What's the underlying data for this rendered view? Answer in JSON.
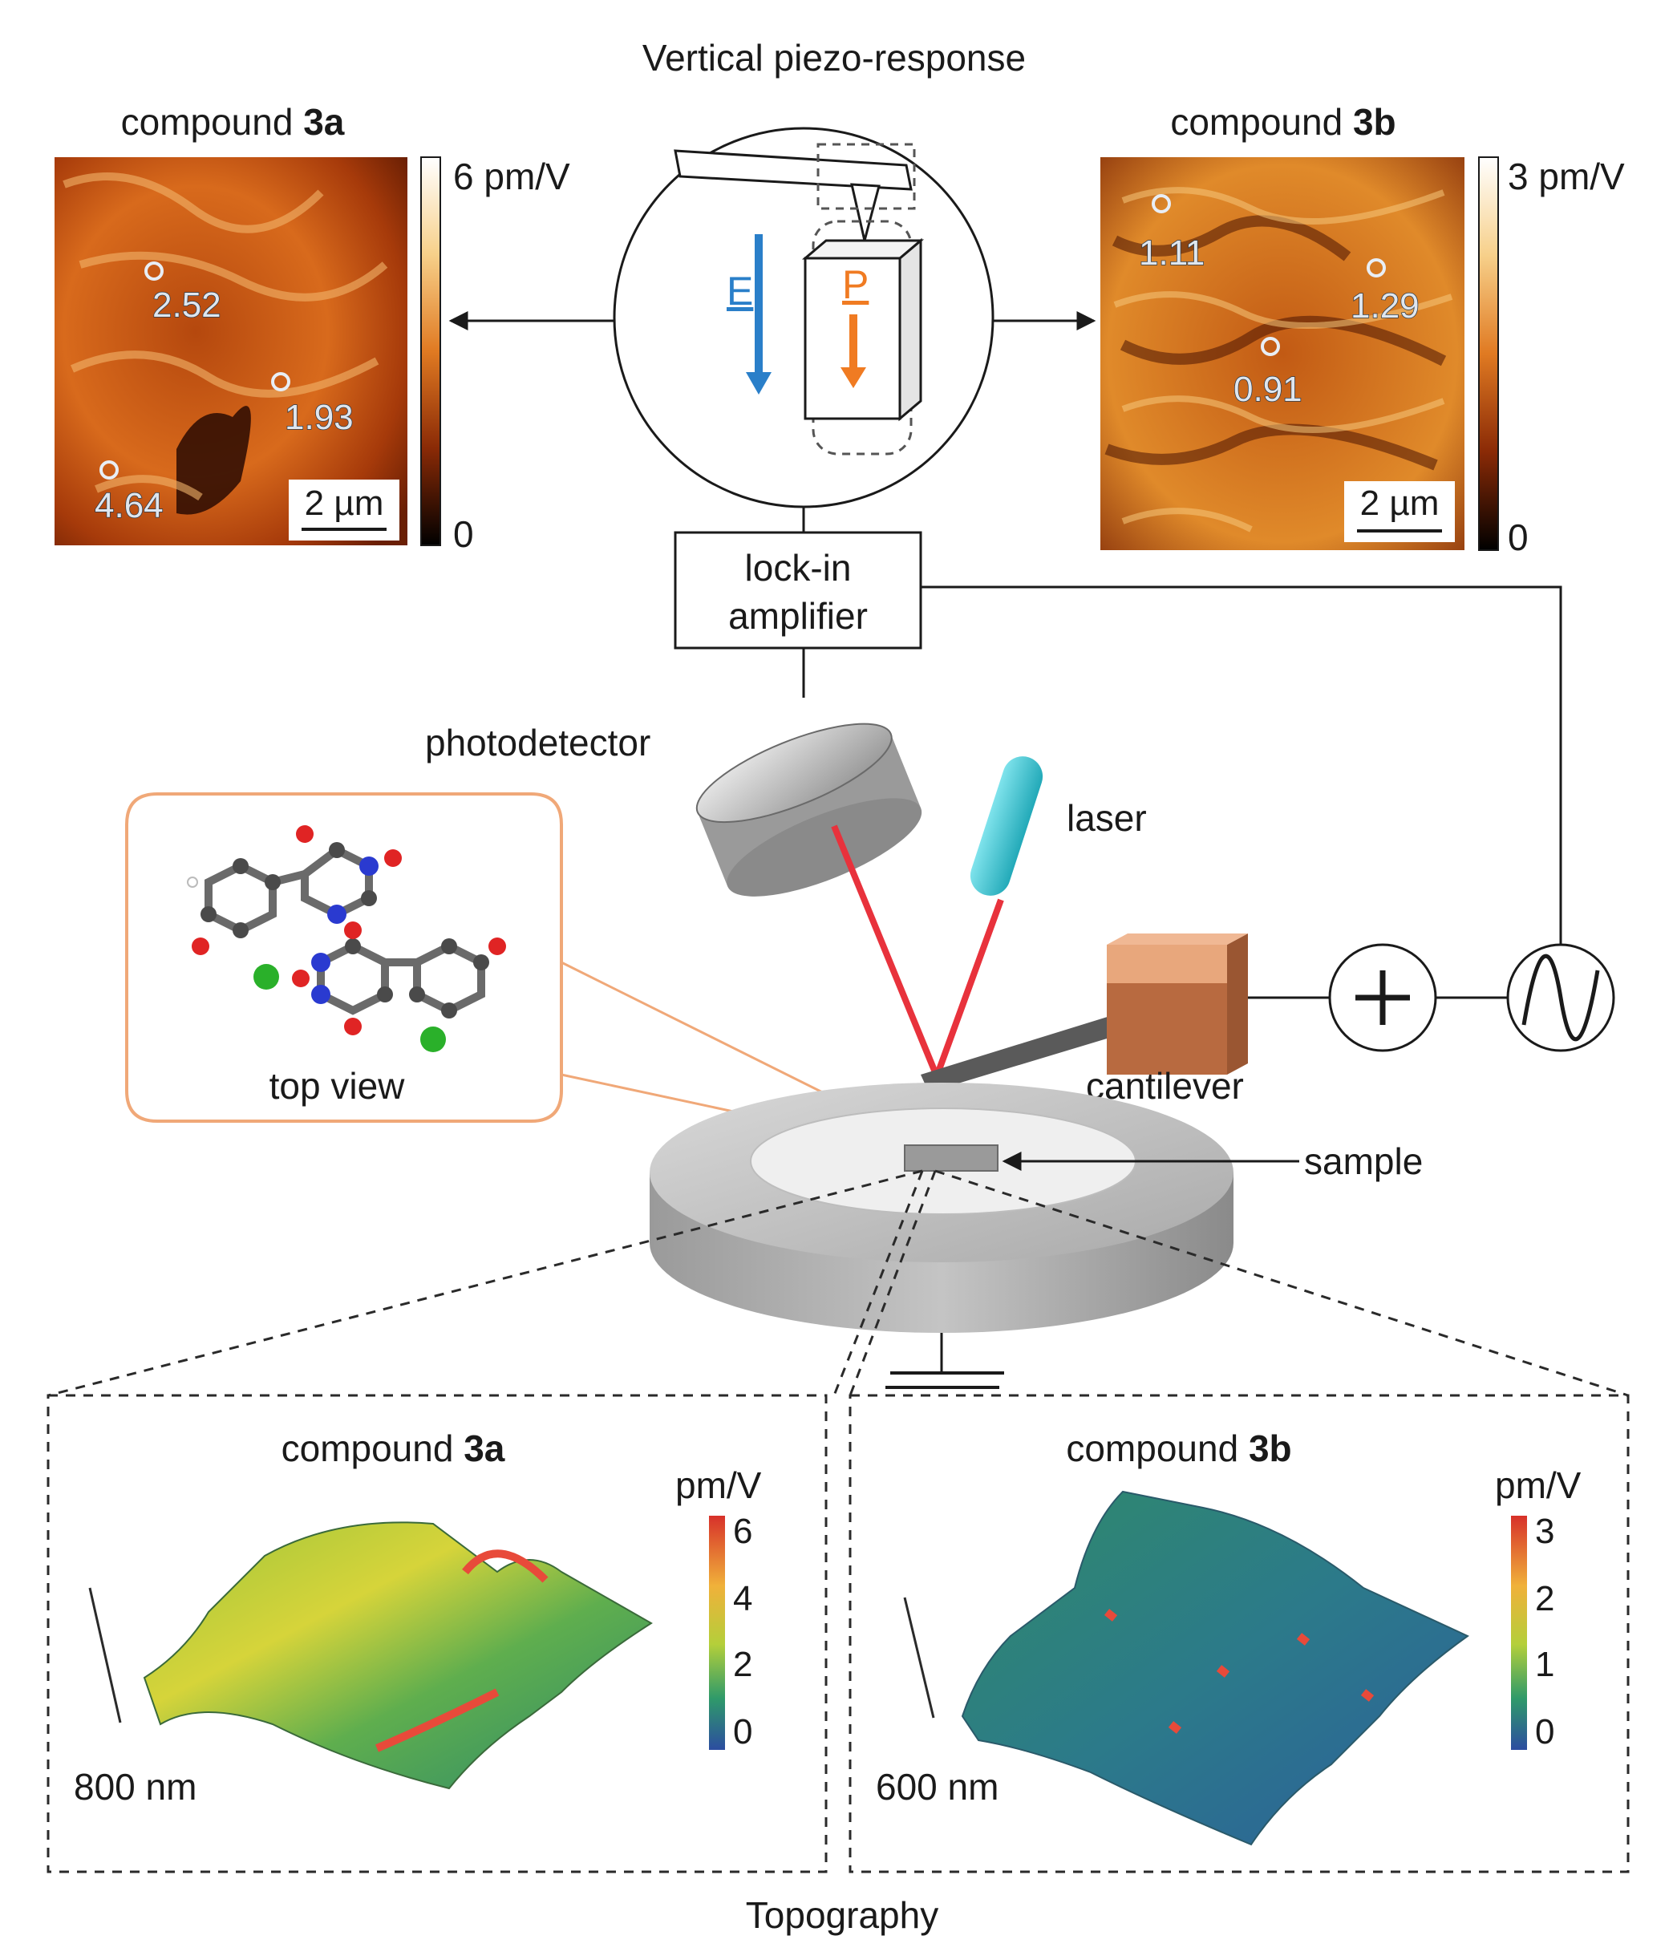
{
  "title": "Vertical piezo-response",
  "panel_3a": {
    "label_prefix": "compound",
    "label_id": "3a",
    "colorbar_max": "6 pm/V",
    "colorbar_min": "0",
    "scalebar": "2 µm",
    "points": [
      "2.52",
      "1.93",
      "4.64"
    ]
  },
  "panel_3b": {
    "label_prefix": "compound",
    "label_id": "3b",
    "colorbar_max": "3 pm/V",
    "colorbar_min": "0",
    "scalebar": "2 µm",
    "points": [
      "1.11",
      "1.29",
      "0.91"
    ]
  },
  "schematic": {
    "field_label": "E",
    "polarization_label": "P",
    "lockin_line1": "lock-in",
    "lockin_line2": "amplifier",
    "photodetector": "photodetector",
    "laser": "laser",
    "cantilever": "cantilever",
    "sample": "sample",
    "top_view": "top view"
  },
  "topo_3a": {
    "label_prefix": "compound",
    "label_id": "3a",
    "unit": "pm/V",
    "ticks": [
      "6",
      "4",
      "2",
      "0"
    ],
    "height_scale": "800 nm"
  },
  "topo_3b": {
    "label_prefix": "compound",
    "label_id": "3b",
    "unit": "pm/V",
    "ticks": [
      "3",
      "2",
      "1",
      "0"
    ],
    "height_scale": "600 nm"
  },
  "footer": "Topography",
  "colors": {
    "field_blue": "#2a7fc9",
    "polarization_orange": "#f07b22",
    "laser_red": "#e8323c",
    "laser_cyan": "#3fc6d3",
    "callout_orange": "#f0a878",
    "cantilever_block": "#c8754a"
  }
}
